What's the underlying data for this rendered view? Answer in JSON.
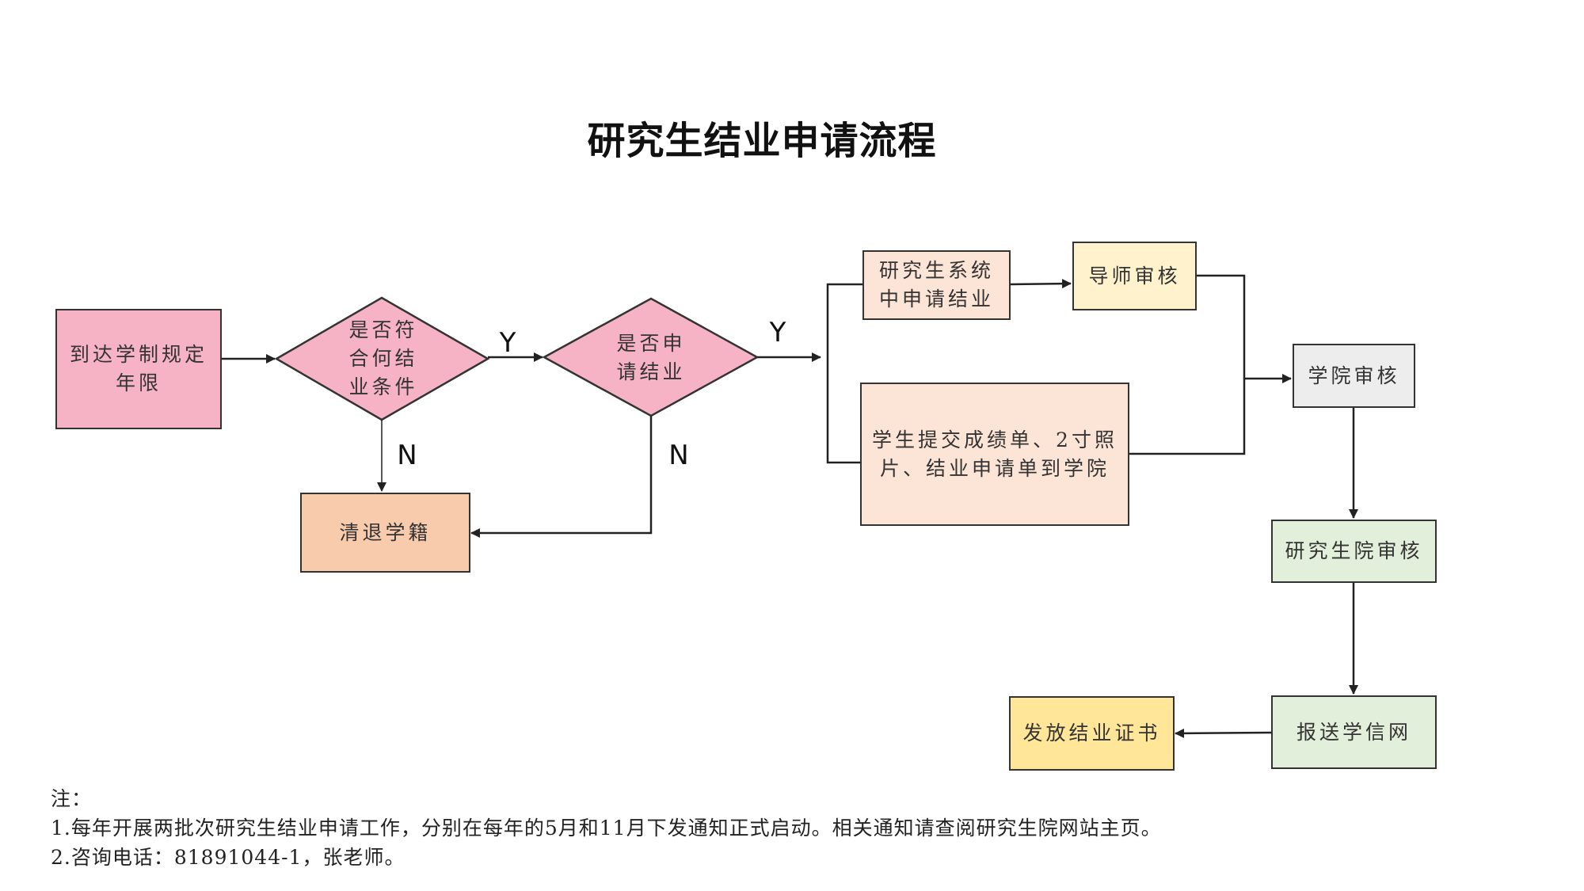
{
  "title": "研究生结业申请流程",
  "colors": {
    "pink": "#F7B3C6",
    "peach_light": "#FCE4D6",
    "peach": "#F8CBAD",
    "yellow_light": "#FFF2CC",
    "gray": "#EDEDED",
    "green_light": "#E2EFDA",
    "gold": "#FFE699",
    "stroke": "#333333"
  },
  "nodes": {
    "start": "到达学制规定\n年限",
    "decision1": "是否符\n合何结\n业条件",
    "decision2": "是否申\n请结业",
    "withdraw": "清退学籍",
    "online_apply": "研究生系统\n中申请结业",
    "submit_docs": "学生提交成绩单、2寸照\n片、结业申请单到学院",
    "advisor_review": "导师审核",
    "college_review": "学院审核",
    "grad_school_review": "研究生院审核",
    "report_chsi": "报送学信网",
    "issue_certificate": "发放结业证书"
  },
  "edge_labels": {
    "d1_yes": "Y",
    "d1_no": "N",
    "d2_yes": "Y",
    "d2_no": "N"
  },
  "notes": {
    "heading": "注：",
    "lines": [
      "1.每年开展两批次研究生结业申请工作，分别在每年的5月和11月下发通知正式启动。相关通知请查阅研究生院网站主页。",
      "2.咨询电话：81891044-1，张老师。"
    ]
  }
}
